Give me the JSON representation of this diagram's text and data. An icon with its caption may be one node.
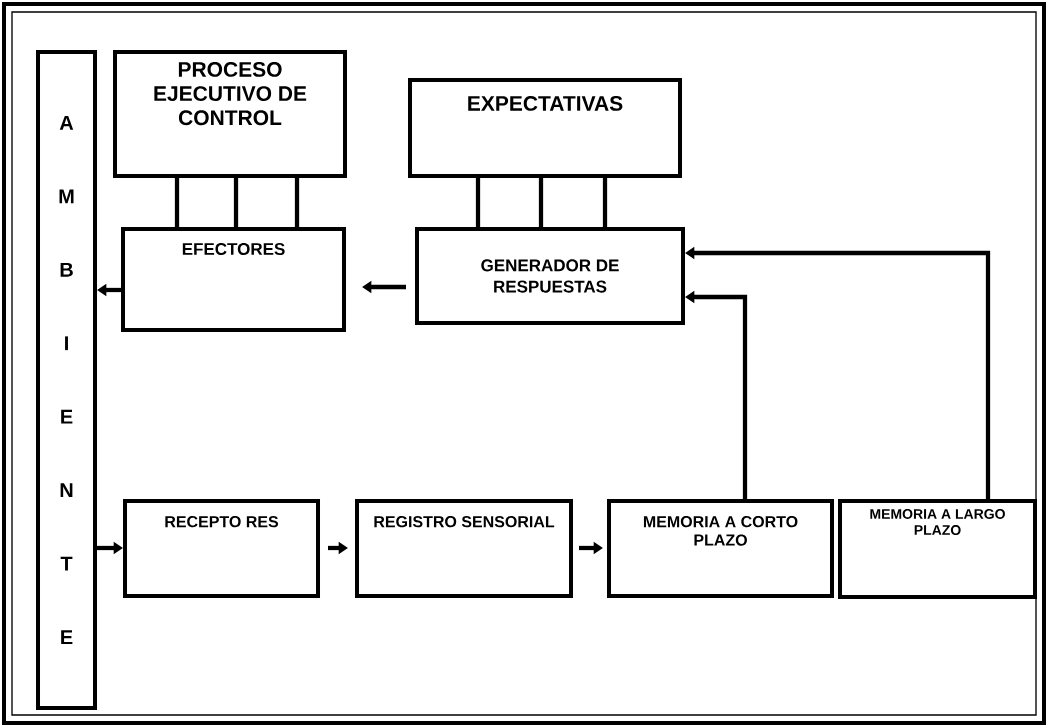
{
  "diagram": {
    "nodes": [
      {
        "text": [
          "AMBIENTE"
        ]
      },
      {
        "text": [
          "PROCESO EJECUTIVO DE CONTROL"
        ]
      },
      {
        "text": [
          "EXPECTATIVAS"
        ]
      },
      {
        "text": [
          "EFECTORES"
        ]
      },
      {
        "text": [
          "GENERADOR DE RESPUESTAS"
        ]
      },
      {
        "text": [
          "RECEPTO RES"
        ]
      },
      {
        "text": [
          "REGISTRO SENSORIAL"
        ]
      },
      {
        "text": [
          "MEMORIA A CORTO PLAZO"
        ]
      },
      {
        "text": [
          "MEMORIA A LARGO PLAZO"
        ]
      }
    ],
    "edges": [
      {
        "from": 4,
        "to": 3,
        "arrow": "to"
      },
      {
        "from": 3,
        "to": 0,
        "arrow": "to"
      },
      {
        "from": 0,
        "to": 5,
        "arrow": "to"
      },
      {
        "from": 5,
        "to": 6,
        "arrow": "to"
      },
      {
        "from": 6,
        "to": 7,
        "arrow": "to"
      },
      {
        "from": 7,
        "to": 4,
        "arrow": "to"
      },
      {
        "from": 8,
        "to": 4,
        "arrow": "to"
      },
      {
        "from": 1,
        "to": 3,
        "arrow": "none"
      },
      {
        "from": 1,
        "to": 3,
        "arrow": "none"
      },
      {
        "from": 1,
        "to": 3,
        "arrow": "none"
      },
      {
        "from": 2,
        "to": 4,
        "arrow": "none"
      },
      {
        "from": 2,
        "to": 4,
        "arrow": "none"
      },
      {
        "from": 2,
        "to": 4,
        "arrow": "none"
      }
    ]
  }
}
